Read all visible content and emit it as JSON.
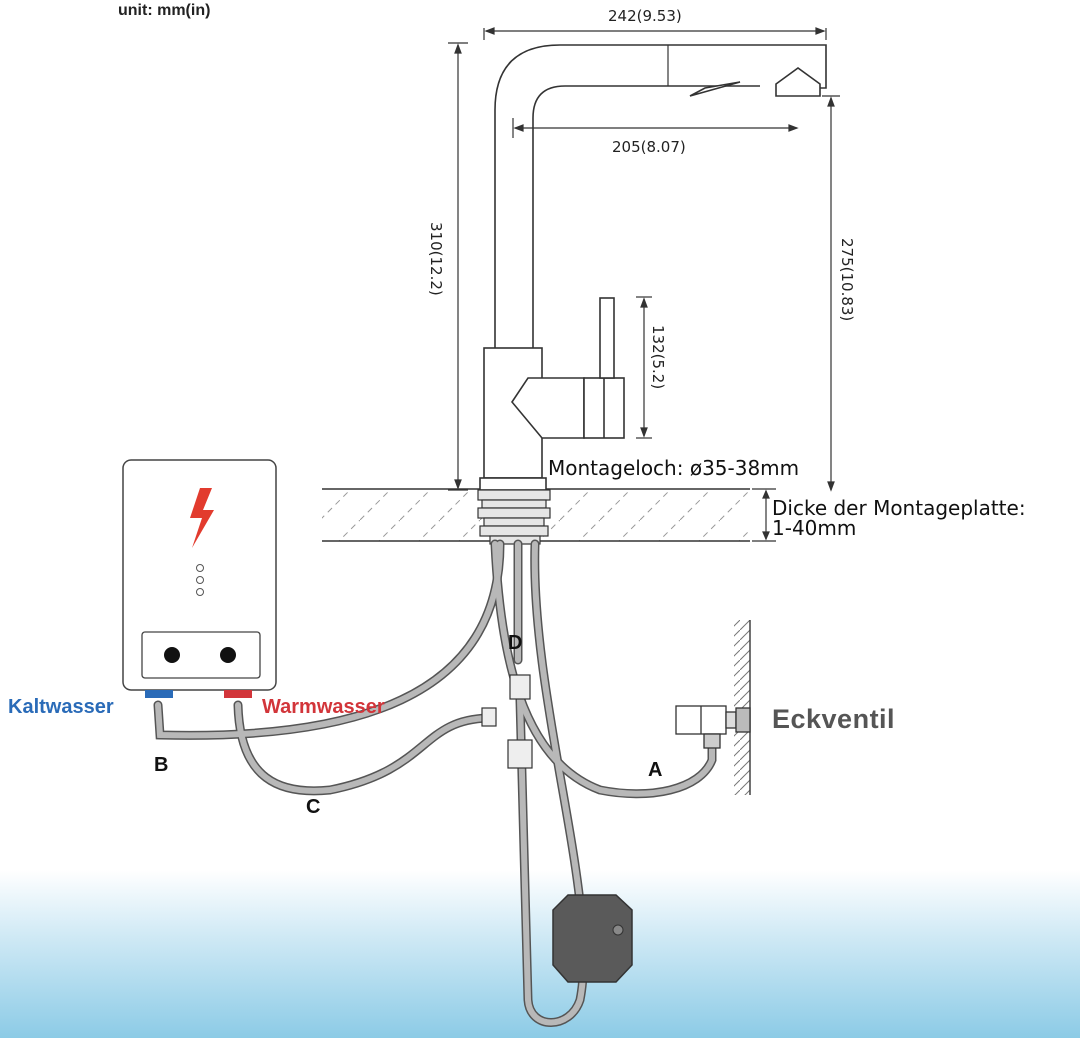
{
  "unit_label": "unit: mm(in)",
  "dimensions": {
    "width_total": "242(9.53)",
    "width_spout": "205(8.07)",
    "height_total": "310(12.2)",
    "height_spout": "275(10.83)",
    "handle_height": "132(5.2)"
  },
  "mounting_hole": "Montageloch: ø35-38mm",
  "plate_thickness_line1": "Dicke der Montageplatte:",
  "plate_thickness_line2": "1-40mm",
  "heater": {
    "cold_label": "Kaltwasser",
    "warm_label": "Warmwasser",
    "cold_color": "#2a6bb8",
    "warm_color": "#d2353a",
    "bolt_color": "#e23b2e",
    "icon": "lightning-bolt-icon"
  },
  "valve_label": "Eckventil",
  "hoses": {
    "a": "A",
    "b": "B",
    "c": "C",
    "d": "D"
  },
  "colors": {
    "background_fade": "#8ccbe6",
    "outline": "#333333",
    "hose": "#8a8a8a"
  }
}
